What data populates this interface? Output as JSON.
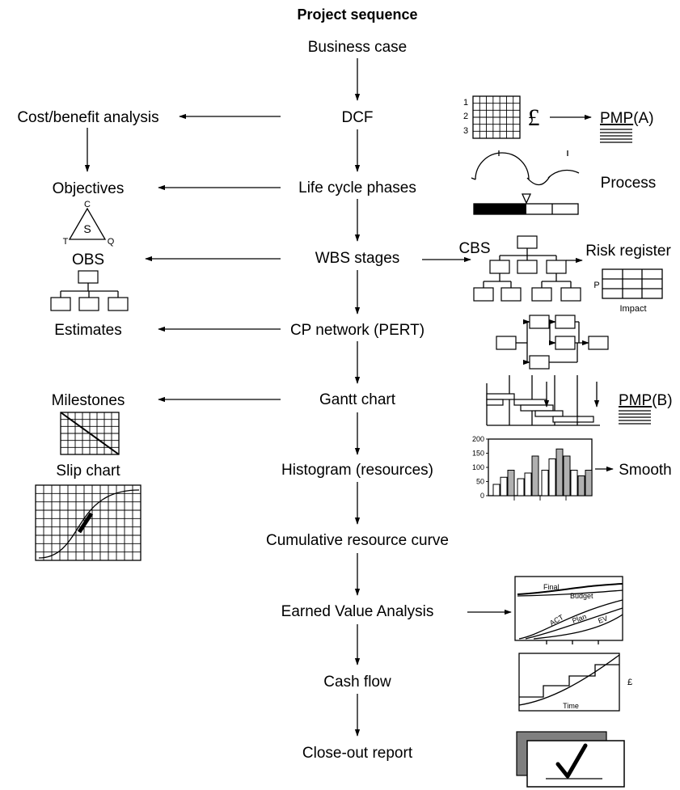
{
  "title": "Project sequence",
  "main_steps": [
    "Business case",
    "DCF",
    "Life cycle phases",
    "WBS stages",
    "CP network (PERT)",
    "Gantt chart",
    "Histogram (resources)",
    "Cumulative resource curve",
    "Earned Value Analysis",
    "Cash flow",
    "Close-out report"
  ],
  "left_items": {
    "cost_benefit": "Cost/benefit analysis",
    "objectives": "Objectives",
    "triangle": {
      "top": "C",
      "center": "S",
      "left": "T",
      "right": "Q"
    },
    "obs": "OBS",
    "estimates": "Estimates",
    "milestones": "Milestones",
    "slip_chart": "Slip chart"
  },
  "right_items": {
    "dcf_rows": [
      "1",
      "2",
      "3"
    ],
    "pound": "£",
    "pmp_a_prefix": "PMP",
    "pmp_a_suffix": "(A)",
    "process": "Process",
    "cbs": "CBS",
    "risk_register": "Risk register",
    "risk_p": "P",
    "risk_impact": "Impact",
    "pmp_b_prefix": "PMP",
    "pmp_b_suffix": "(B)",
    "smooth": "Smooth",
    "ev_labels": {
      "final": "Final",
      "budget": "Budget",
      "act": "ACT",
      "plan": "Plan",
      "ev": "EV"
    },
    "cash_pound": "£",
    "cash_time": "Time"
  },
  "chart_data": {
    "type": "bar",
    "title": "",
    "xlabel": "",
    "ylabel": "",
    "ylim": [
      0,
      200
    ],
    "yticks": [
      "0",
      "50",
      "100",
      "150",
      "200"
    ],
    "values": [
      40,
      65,
      90,
      60,
      80,
      140,
      90,
      130,
      165,
      140,
      90,
      70,
      90
    ],
    "shaded": [
      false,
      false,
      true,
      false,
      false,
      true,
      false,
      false,
      true,
      true,
      false,
      true,
      true
    ],
    "grid": false
  }
}
